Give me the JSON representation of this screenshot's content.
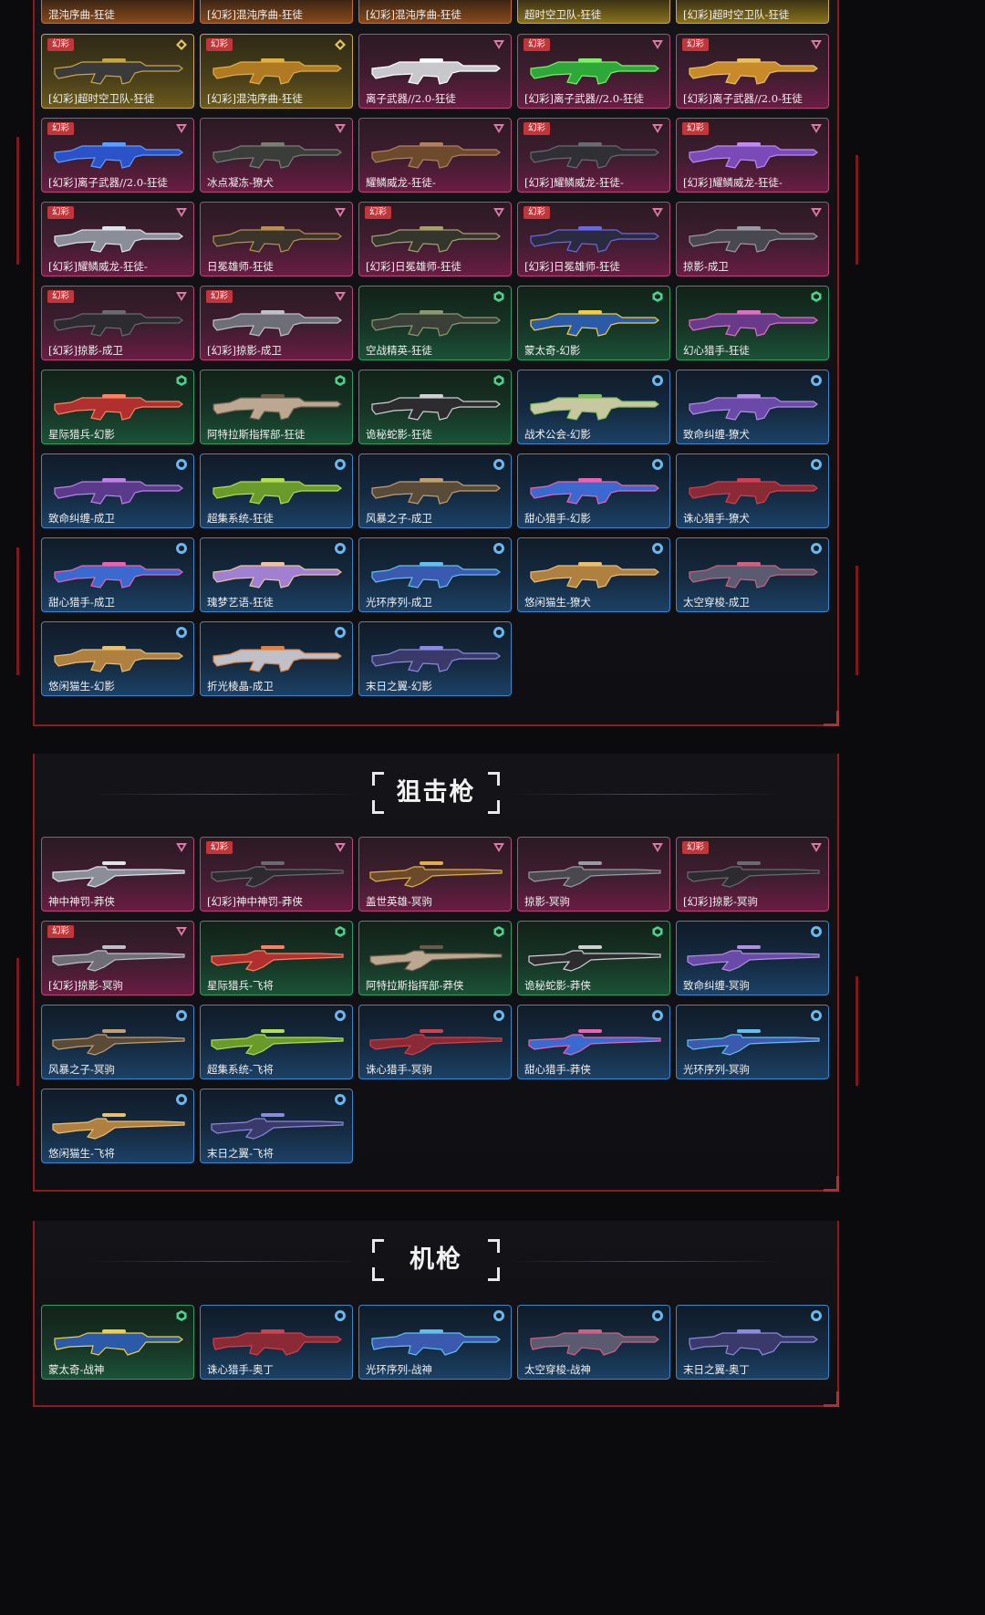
{
  "colors": {
    "pink": "#b54a79",
    "gold": "#c9a646",
    "green": "#2f9c66",
    "blue": "#3e86c8",
    "accent_red": "#c0363a"
  },
  "top_strip": [
    {
      "name": "混沌序曲-狂徒",
      "tone": "o"
    },
    {
      "name": "[幻彩]混沌序曲-狂徒",
      "tone": "o"
    },
    {
      "name": "[幻彩]混沌序曲-狂徒",
      "tone": "o"
    },
    {
      "name": "超时空卫队-狂徒",
      "tone": "y"
    },
    {
      "name": "[幻彩]超时空卫队-狂徒",
      "tone": "y"
    }
  ],
  "rifles": [
    {
      "name": "[幻彩]超时空卫队-狂徒",
      "tier": "gold",
      "badge": "幻彩",
      "icon": "diamond-icon",
      "gun": "#3a3a3a",
      "acc": "#c9a646"
    },
    {
      "name": "[幻彩]混沌序曲-狂徒",
      "tier": "gold",
      "badge": "幻彩",
      "icon": "diamond-icon",
      "gun": "#b07a22",
      "acc": "#e0b040"
    },
    {
      "name": "离子武器//2.0-狂徒",
      "tier": "pink",
      "badge": "",
      "icon": "triangle-icon",
      "gun": "#c8c8cc",
      "acc": "#ffffff"
    },
    {
      "name": "[幻彩]离子武器//2.0-狂徒",
      "tier": "pink",
      "badge": "幻彩",
      "icon": "triangle-icon",
      "gun": "#2fa83a",
      "acc": "#7cf06a"
    },
    {
      "name": "[幻彩]离子武器//2.0-狂徒",
      "tier": "pink",
      "badge": "幻彩",
      "icon": "triangle-icon",
      "gun": "#c98a2a",
      "acc": "#e8c060"
    },
    {
      "name": "[幻彩]离子武器//2.0-狂徒",
      "tier": "pink",
      "badge": "幻彩",
      "icon": "triangle-icon",
      "gun": "#2b52c8",
      "acc": "#5aa0ff"
    },
    {
      "name": "冰点凝冻-獠犬",
      "tier": "pink",
      "badge": "",
      "icon": "triangle-icon",
      "gun": "#3b3d3a",
      "acc": "#7a7f74"
    },
    {
      "name": "耀鳞威龙-狂徒-",
      "tier": "pink",
      "badge": "",
      "icon": "triangle-icon",
      "gun": "#6d4a2c",
      "acc": "#b08060"
    },
    {
      "name": "[幻彩]耀鳞威龙-狂徒-",
      "tier": "pink",
      "badge": "幻彩",
      "icon": "triangle-icon",
      "gun": "#2f2f34",
      "acc": "#6a6a72"
    },
    {
      "name": "[幻彩]耀鳞威龙-狂徒-",
      "tier": "pink",
      "badge": "幻彩",
      "icon": "triangle-icon",
      "gun": "#7a4ab8",
      "acc": "#c08af0"
    },
    {
      "name": "[幻彩]耀鳞威龙-狂徒-",
      "tier": "pink",
      "badge": "幻彩",
      "icon": "triangle-icon",
      "gun": "#8a8e98",
      "acc": "#dfe3ea"
    },
    {
      "name": "日冕雄师-狂徒",
      "tier": "pink",
      "badge": "",
      "icon": "triangle-icon",
      "gun": "#3a342a",
      "acc": "#b89050"
    },
    {
      "name": "[幻彩]日冕雄师-狂徒",
      "tier": "pink",
      "badge": "幻彩",
      "icon": "triangle-icon",
      "gun": "#34362e",
      "acc": "#a6a070"
    },
    {
      "name": "[幻彩]日冕雄师-狂徒",
      "tier": "pink",
      "badge": "幻彩",
      "icon": "triangle-icon",
      "gun": "#2a2a40",
      "acc": "#6a6ae0"
    },
    {
      "name": "掠影-成卫",
      "tier": "pink",
      "badge": "",
      "icon": "triangle-icon",
      "gun": "#48484e",
      "acc": "#9a9aa4"
    },
    {
      "name": "[幻彩]掠影-成卫",
      "tier": "pink",
      "badge": "幻彩",
      "icon": "triangle-icon",
      "gun": "#2b2b30",
      "acc": "#6a6a72"
    },
    {
      "name": "[幻彩]掠影-成卫",
      "tier": "pink",
      "badge": "幻彩",
      "icon": "triangle-icon",
      "gun": "#6e6e76",
      "acc": "#c0c0c8"
    },
    {
      "name": "空战精英-狂徒",
      "tier": "green",
      "badge": "",
      "icon": "hexagon-icon",
      "gun": "#3a3f38",
      "acc": "#8a9a70"
    },
    {
      "name": "蒙太奇-幻影",
      "tier": "green",
      "badge": "",
      "icon": "hexagon-icon",
      "gun": "#2a5aa8",
      "acc": "#f0d040"
    },
    {
      "name": "幻心猎手-狂徒",
      "tier": "green",
      "badge": "",
      "icon": "hexagon-icon",
      "gun": "#6a3a8a",
      "acc": "#e070c0"
    },
    {
      "name": "星际猎兵-幻影",
      "tier": "green",
      "badge": "",
      "icon": "hexagon-icon",
      "gun": "#b03030",
      "acc": "#ff8060"
    },
    {
      "name": "阿特拉斯指挥部-狂徒",
      "tier": "green",
      "badge": "",
      "icon": "hexagon-icon",
      "gun": "#bca890",
      "acc": "#6a5a48"
    },
    {
      "name": "诡秘蛇影-狂徒",
      "tier": "green",
      "badge": "",
      "icon": "hexagon-icon",
      "gun": "#2c2c2e",
      "acc": "#d0d0d4"
    },
    {
      "name": "战术公会-幻影",
      "tier": "blue",
      "badge": "",
      "icon": "circle-icon",
      "gun": "#c8c8a0",
      "acc": "#80c060"
    },
    {
      "name": "致命纠缠-獠犬",
      "tier": "blue",
      "badge": "",
      "icon": "circle-icon",
      "gun": "#6a4aa8",
      "acc": "#b090e0"
    },
    {
      "name": "致命纠缠-成卫",
      "tier": "blue",
      "badge": "",
      "icon": "circle-icon",
      "gun": "#5a3a8a",
      "acc": "#c080e8"
    },
    {
      "name": "超集系统-狂徒",
      "tier": "blue",
      "badge": "",
      "icon": "circle-icon",
      "gun": "#6a9a2a",
      "acc": "#b0e050"
    },
    {
      "name": "风暴之子-成卫",
      "tier": "blue",
      "badge": "",
      "icon": "circle-icon",
      "gun": "#5a4a38",
      "acc": "#c0a070"
    },
    {
      "name": "甜心猎手-幻影",
      "tier": "blue",
      "badge": "",
      "icon": "circle-icon",
      "gun": "#3a6ad0",
      "acc": "#f060b0"
    },
    {
      "name": "诛心猎手-獠犬",
      "tier": "blue",
      "badge": "",
      "icon": "circle-icon",
      "gun": "#8a2a34",
      "acc": "#d04050"
    },
    {
      "name": "甜心猎手-成卫",
      "tier": "blue",
      "badge": "",
      "icon": "circle-icon",
      "gun": "#3a6ad0",
      "acc": "#f060b0"
    },
    {
      "name": "瑰梦艺语-狂徒",
      "tier": "blue",
      "badge": "",
      "icon": "circle-icon",
      "gun": "#a080d0",
      "acc": "#f0c0a0"
    },
    {
      "name": "光环序列-成卫",
      "tier": "blue",
      "badge": "",
      "icon": "circle-icon",
      "gun": "#3a5ab0",
      "acc": "#60c0f0"
    },
    {
      "name": "悠闲猫生-獠犬",
      "tier": "blue",
      "badge": "",
      "icon": "circle-icon",
      "gun": "#b08040",
      "acc": "#e8c070"
    },
    {
      "name": "太空穿梭-成卫",
      "tier": "blue",
      "badge": "",
      "icon": "circle-icon",
      "gun": "#5a5a70",
      "acc": "#d06080"
    },
    {
      "name": "悠闲猫生-幻影",
      "tier": "blue",
      "badge": "",
      "icon": "circle-icon",
      "gun": "#b08040",
      "acc": "#e8c070"
    },
    {
      "name": "折光棱晶-成卫",
      "tier": "blue",
      "badge": "",
      "icon": "circle-icon",
      "gun": "#c0c0c8",
      "acc": "#e08040"
    },
    {
      "name": "末日之翼-幻影",
      "tier": "blue",
      "badge": "",
      "icon": "circle-icon",
      "gun": "#3a3a6a",
      "acc": "#8a8ae0"
    }
  ],
  "sniper_section": {
    "title": "狙击枪"
  },
  "snipers": [
    {
      "name": "神中神罚-莽侠",
      "tier": "pink",
      "badge": "",
      "icon": "triangle-icon",
      "gun": "#8a8e98",
      "acc": "#dfe3ea"
    },
    {
      "name": "[幻彩]神中神罚-莽侠",
      "tier": "pink",
      "badge": "幻彩",
      "icon": "triangle-icon",
      "gun": "#2b2b30",
      "acc": "#6a6a72"
    },
    {
      "name": "盖世英雄-冥驹",
      "tier": "pink",
      "badge": "",
      "icon": "triangle-icon",
      "gun": "#6a4a2a",
      "acc": "#e0b040"
    },
    {
      "name": "掠影-冥驹",
      "tier": "pink",
      "badge": "",
      "icon": "triangle-icon",
      "gun": "#48484e",
      "acc": "#9a9aa4"
    },
    {
      "name": "[幻彩]掠影-冥驹",
      "tier": "pink",
      "badge": "幻彩",
      "icon": "triangle-icon",
      "gun": "#2b2b30",
      "acc": "#6a6a72"
    },
    {
      "name": "[幻彩]掠影-冥驹",
      "tier": "pink",
      "badge": "幻彩",
      "icon": "triangle-icon",
      "gun": "#6e6e76",
      "acc": "#c0c0c8"
    },
    {
      "name": "星际猎兵-飞将",
      "tier": "green",
      "badge": "",
      "icon": "hexagon-icon",
      "gun": "#b03030",
      "acc": "#ff8060"
    },
    {
      "name": "阿特拉斯指挥部-莽侠",
      "tier": "green",
      "badge": "",
      "icon": "hexagon-icon",
      "gun": "#bca890",
      "acc": "#6a5a48"
    },
    {
      "name": "诡秘蛇影-莽侠",
      "tier": "green",
      "badge": "",
      "icon": "hexagon-icon",
      "gun": "#2c2c2e",
      "acc": "#d0d0d4"
    },
    {
      "name": "致命纠缠-冥驹",
      "tier": "blue",
      "badge": "",
      "icon": "circle-icon",
      "gun": "#6a4aa8",
      "acc": "#b090e0"
    },
    {
      "name": "风暴之子-冥驹",
      "tier": "blue",
      "badge": "",
      "icon": "circle-icon",
      "gun": "#5a4a38",
      "acc": "#c0a070"
    },
    {
      "name": "超集系统-飞将",
      "tier": "blue",
      "badge": "",
      "icon": "circle-icon",
      "gun": "#6a9a2a",
      "acc": "#b0e050"
    },
    {
      "name": "诛心猎手-冥驹",
      "tier": "blue",
      "badge": "",
      "icon": "circle-icon",
      "gun": "#8a2a34",
      "acc": "#d04050"
    },
    {
      "name": "甜心猎手-莽侠",
      "tier": "blue",
      "badge": "",
      "icon": "circle-icon",
      "gun": "#3a6ad0",
      "acc": "#f060b0"
    },
    {
      "name": "光环序列-冥驹",
      "tier": "blue",
      "badge": "",
      "icon": "circle-icon",
      "gun": "#3a5ab0",
      "acc": "#60c0f0"
    },
    {
      "name": "悠闲猫生-飞将",
      "tier": "blue",
      "badge": "",
      "icon": "circle-icon",
      "gun": "#b08040",
      "acc": "#e8c070"
    },
    {
      "name": "末日之翼-飞将",
      "tier": "blue",
      "badge": "",
      "icon": "circle-icon",
      "gun": "#3a3a6a",
      "acc": "#8a8ae0"
    }
  ],
  "mg_section": {
    "title": "机枪"
  },
  "machineguns": [
    {
      "name": "蒙太奇-战神",
      "tier": "green",
      "badge": "",
      "icon": "hexagon-icon",
      "gun": "#2a5aa8",
      "acc": "#f0d040"
    },
    {
      "name": "诛心猎手-奥丁",
      "tier": "blue",
      "badge": "",
      "icon": "circle-icon",
      "gun": "#8a2a34",
      "acc": "#d04050"
    },
    {
      "name": "光环序列-战神",
      "tier": "blue",
      "badge": "",
      "icon": "circle-icon",
      "gun": "#3a5ab0",
      "acc": "#60c0f0"
    },
    {
      "name": "太空穿梭-战神",
      "tier": "blue",
      "badge": "",
      "icon": "circle-icon",
      "gun": "#5a5a70",
      "acc": "#d06080"
    },
    {
      "name": "末日之翼-奥丁",
      "tier": "blue",
      "badge": "",
      "icon": "circle-icon",
      "gun": "#3a3a6a",
      "acc": "#8a8ae0"
    }
  ]
}
